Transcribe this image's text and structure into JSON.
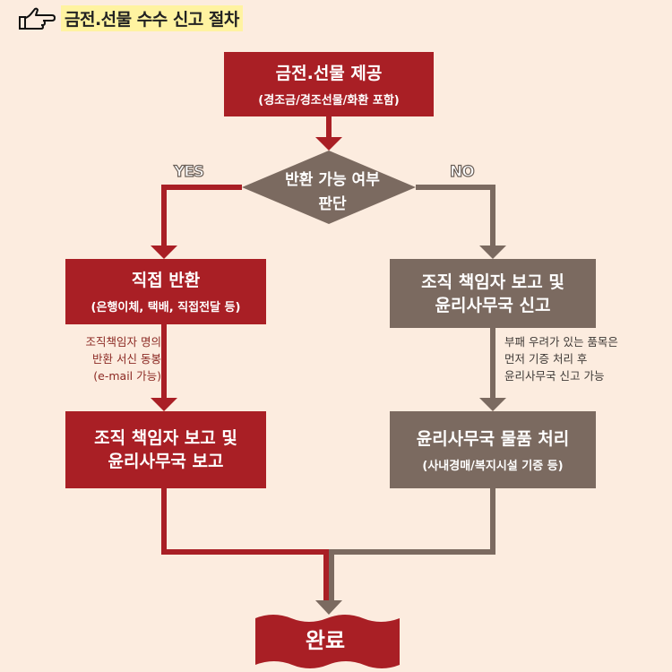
{
  "title": "금전.선물 수수 신고 절차",
  "start": {
    "main": "금전.선물 제공",
    "sub": "(경조금/경조선물/화환 포함)"
  },
  "decision": {
    "line1": "반환 가능 여부",
    "line2": "판단"
  },
  "yes_label": "YES",
  "no_label": "NO",
  "yes_box": {
    "main": "직접 반환",
    "sub": "(은행이체, 택배, 직접전달 등)"
  },
  "yes_note": {
    "line1": "조직책임자 명의",
    "line2": "반환 서신 동봉",
    "line3": "(e-mail 가능)"
  },
  "yes_box2": {
    "line1": "조직 책임자 보고 및",
    "line2": "윤리사무국 보고"
  },
  "no_box": {
    "line1": "조직 책임자 보고 및",
    "line2": "윤리사무국 신고"
  },
  "no_note": {
    "line1": "부패 우려가 있는 품목은",
    "line2": "먼저 기증 처리 후",
    "line3": "윤리사무국 신고 가능"
  },
  "no_box2": {
    "main": "윤리사무국 물품 처리",
    "sub": "(사내경매/복지시설 기증 등)"
  },
  "final": "완료",
  "colors": {
    "background": "#fcecdf",
    "red": "#a91f25",
    "gray": "#7b6a60",
    "highlight": "#fff3a1"
  }
}
